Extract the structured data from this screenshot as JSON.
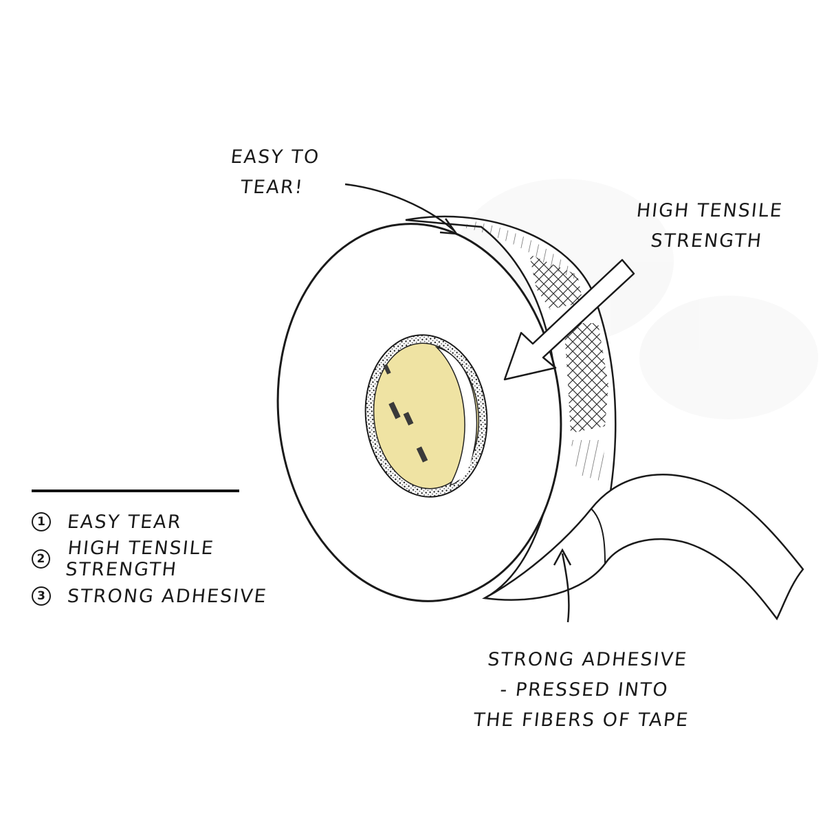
{
  "callouts": {
    "tear": [
      "EASY TO",
      "TEAR!"
    ],
    "tensile": [
      "HIGH TENSILE",
      "STRENGTH"
    ],
    "adhesive": [
      "STRONG ADHESIVE",
      "- PRESSED INTO",
      "THE FIBERS OF TAPE"
    ]
  },
  "legend": {
    "items": [
      {
        "number": "1",
        "label": "EASY TEAR"
      },
      {
        "number": "2",
        "label": "HIGH TENSILE STRENGTH"
      },
      {
        "number": "3",
        "label": "STRONG ADHESIVE"
      }
    ]
  },
  "colors": {
    "ink": "#1a1a1a",
    "core": "#efe3a3",
    "core_dark": "#d9c878",
    "paper": "#ffffff"
  }
}
